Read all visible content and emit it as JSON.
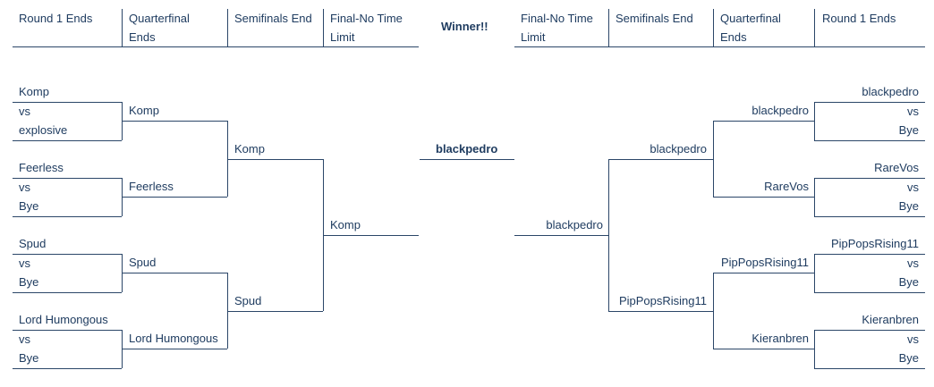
{
  "headers": {
    "left": [
      "Round 1 Ends",
      "Quarterfinal Ends",
      "Semifinals End",
      "Final-No Time Limit"
    ],
    "winner": "Winner!!",
    "right": [
      "Final-No Time Limit",
      "Semifinals End",
      "Quarterfinal Ends",
      "Round 1 Ends"
    ]
  },
  "left_round1": [
    {
      "a": "Komp",
      "vs": "vs",
      "b": "explosive"
    },
    {
      "a": "Feerless",
      "vs": "vs",
      "b": "Bye"
    },
    {
      "a": "Spud",
      "vs": "vs",
      "b": "Bye"
    },
    {
      "a": "Lord Humongous",
      "vs": "vs",
      "b": "Bye"
    }
  ],
  "left_quarter": [
    "Komp",
    "Feerless",
    "Spud",
    "Lord Humongous"
  ],
  "left_semi": [
    "Komp",
    "Spud"
  ],
  "left_final": "Komp",
  "winner_name": "blackpedro",
  "right_final": "blackpedro",
  "right_semi": [
    "blackpedro",
    "PipPopsRising11"
  ],
  "right_quarter": [
    "blackpedro",
    "RareVos",
    "PipPopsRising11",
    "Kieranbren"
  ],
  "right_round1": [
    {
      "a": "blackpedro",
      "vs": "vs",
      "b": "Bye"
    },
    {
      "a": "RareVos",
      "vs": "vs",
      "b": "Bye"
    },
    {
      "a": "PipPopsRising11",
      "vs": "vs",
      "b": "Bye"
    },
    {
      "a": "Kieranbren",
      "vs": "vs",
      "b": "Bye"
    }
  ]
}
